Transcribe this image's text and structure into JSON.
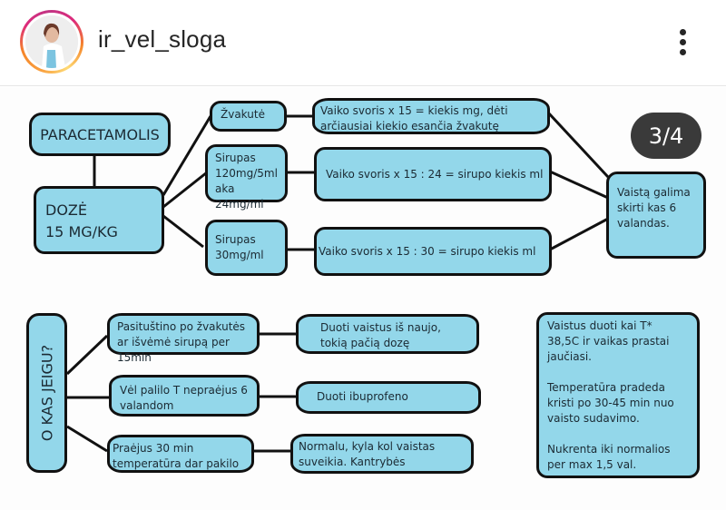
{
  "header": {
    "username": "ir_vel_sloga",
    "avatar_icon": "profile-photo",
    "more_icon": "more-vertical-icon"
  },
  "post": {
    "pager": "3/4",
    "colors": {
      "box_fill": "#93d7ea",
      "box_border": "#111111",
      "pager_bg": "#3a3a3a"
    },
    "top": {
      "root": "PARACETAMOLIS",
      "dose": "DOZĖ\n15 MG/KG",
      "forms": [
        {
          "label": "Žvakutė",
          "rule": "Vaiko svoris x 15 = kiekis mg, dėti\narčiausiai kiekio esančia žvakutę"
        },
        {
          "label": "Sirupas\n120mg/5ml\naka 24mg/ml",
          "rule": "Vaiko svoris x 15 : 24 = sirupo kiekis ml"
        },
        {
          "label": "Sirupas\n30mg/ml",
          "rule": "Vaiko svoris x 15 : 30 = sirupo kiekis ml"
        }
      ],
      "interval": "Vaistą galima\nskirti kas 6\nvalandas."
    },
    "bottom": {
      "root": "O KAS JEIGU?",
      "cases": [
        {
          "condition": "Pasituštino po žvakutės\nar išvėmė sirupą per 15min",
          "action": "Duoti vaistus iš naujo,\ntokią pačią dozę"
        },
        {
          "condition": "Vėl palilo T nepraėjus 6\nvalandom",
          "action": "Duoti ibuprofeno"
        },
        {
          "condition": "Praėjus 30 min\ntemperatūra dar pakilo",
          "action": "Normalu, kyla kol vaistas\nsuveikia. Kantrybės"
        }
      ],
      "note": "Vaistus duoti kai T*\n38,5C ir vaikas prastai\njaučiasi.\n\nTemperatūra pradeda\nkristi po 30-45 min nuo\nvaisto sudavimo.\n\nNukrenta iki normalios\nper max 1,5 val."
    }
  }
}
